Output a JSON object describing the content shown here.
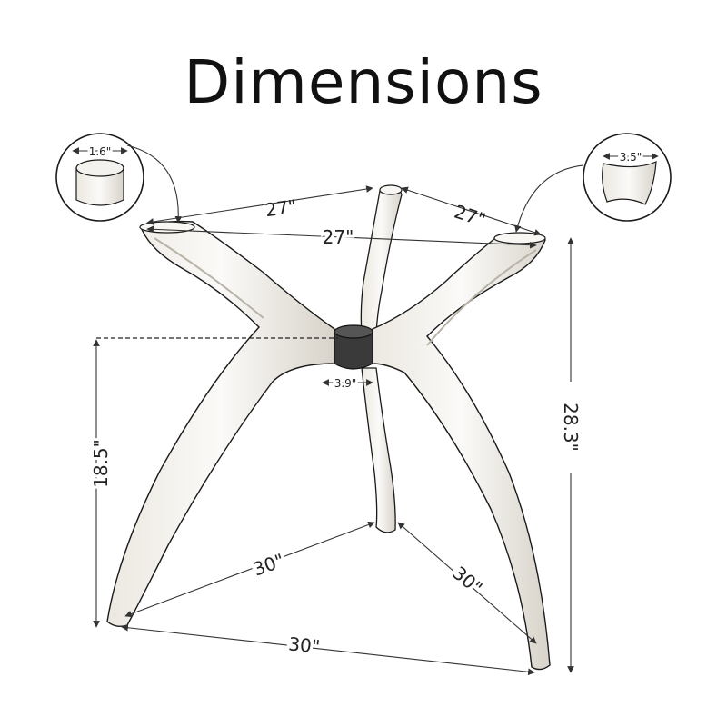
{
  "title": "Dimensions",
  "labels": {
    "top_front": "27\"",
    "top_left": "27\"",
    "top_right": "27\"",
    "bottom_left": "30\"",
    "bottom_right": "30\"",
    "bottom_front": "30\"",
    "hub_diameter": "3.9\"",
    "hub_height": "18.5\"",
    "total_height": "28.3\"",
    "pad_left_width": "1.6\"",
    "pad_right_width": "3.5\""
  },
  "colors": {
    "leg_fill": "#f5f3ef",
    "leg_shade": "#c9c4bb",
    "hub": "#3a3a3a",
    "line": "#1a1a1a"
  }
}
